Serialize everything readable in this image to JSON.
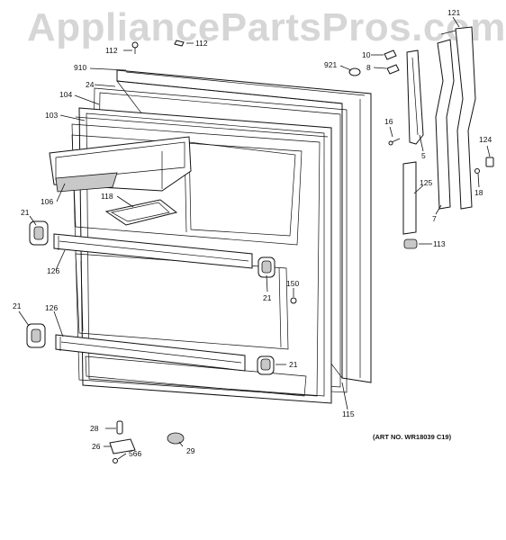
{
  "watermark": "AppliancePartsPros.com",
  "art_number": "(ART NO. WR18039 C19)",
  "callouts": {
    "c112a": "112",
    "c112b": "112",
    "c910": "910",
    "c24": "24",
    "c104": "104",
    "c103": "103",
    "c106": "106",
    "c118": "118",
    "c21a": "21",
    "c126a": "126",
    "c21b": "21",
    "c150": "150",
    "c21c": "21",
    "c126b": "126",
    "c21d": "21",
    "c115": "115",
    "c921": "921",
    "c10": "10",
    "c8": "8",
    "c16": "16",
    "c5": "5",
    "c121": "121",
    "c124": "124",
    "c18": "18",
    "c125": "125",
    "c7": "7",
    "c113": "113",
    "c28": "28",
    "c26": "26",
    "c566": "566",
    "c29": "29"
  }
}
